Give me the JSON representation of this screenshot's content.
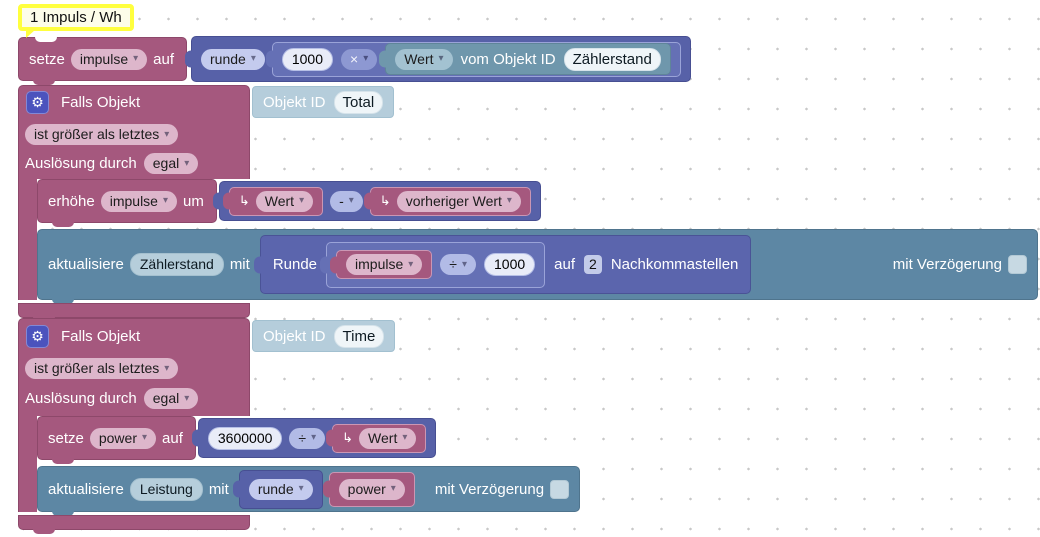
{
  "icons": {
    "gear": "⚙",
    "hook": "↳",
    "dropdown_arrow": "▾"
  },
  "colors": {
    "trigger_magenta": "#a5587e",
    "math_blue": "#5761a8",
    "get_value_teal": "#6f97ac",
    "update_steel": "#5d87a4",
    "objekt_id_light": "#b5cddb",
    "comment_yellow": "#ffff3e",
    "gear_badge": "#4b53bd"
  },
  "comment": {
    "text": "1 Impuls / Wh"
  },
  "set_impulse": {
    "setze": "setze",
    "variable": "impulse",
    "auf": "auf",
    "runde": "runde",
    "value": "1000",
    "operator": "×",
    "wert": "Wert",
    "vom_objekt_id": "vom Objekt ID",
    "objekt_id": "Zählerstand"
  },
  "falls_total": {
    "falls_objekt": "Falls Objekt",
    "objekt_id_label": "Objekt ID",
    "objekt_id": "Total",
    "condition": "ist größer als letztes",
    "ausloesung_label": "Auslösung durch",
    "ausloesung": "egal",
    "erhoehe": {
      "erhoehe": "erhöhe",
      "variable": "impulse",
      "um": "um",
      "wert": "Wert",
      "operator": "-",
      "vorheriger_wert": "vorheriger Wert"
    },
    "aktualisiere": {
      "aktualisiere": "aktualisiere",
      "objekt_id": "Zählerstand",
      "mit": "mit",
      "runde": "Runde",
      "variable": "impulse",
      "operator": "÷",
      "value": "1000",
      "auf": "auf",
      "decimals": "2",
      "nachkommastellen": "Nachkommastellen",
      "mit_verzoegerung": "mit Verzögerung"
    }
  },
  "falls_time": {
    "falls_objekt": "Falls Objekt",
    "objekt_id_label": "Objekt ID",
    "objekt_id": "Time",
    "condition": "ist größer als letztes",
    "ausloesung_label": "Auslösung durch",
    "ausloesung": "egal",
    "setze": {
      "setze": "setze",
      "variable": "power",
      "auf": "auf",
      "value": "3600000",
      "operator": "÷",
      "wert": "Wert"
    },
    "aktualisiere": {
      "aktualisiere": "aktualisiere",
      "objekt_id": "Leistung",
      "mit": "mit",
      "runde": "runde",
      "variable": "power",
      "mit_verzoegerung": "mit Verzögerung"
    }
  }
}
